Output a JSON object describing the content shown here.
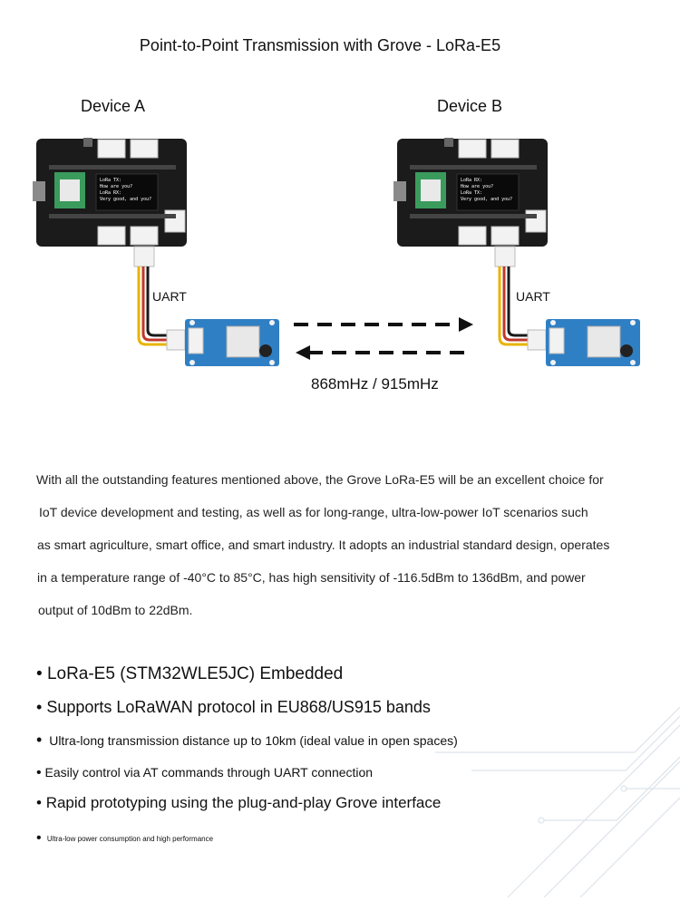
{
  "title": "Point-to-Point Transmission with Grove - LoRa-E5",
  "device_a": {
    "label": "Device A",
    "screen_lines": [
      "LoRa TX:",
      "How are you?",
      "LoRa RX:",
      "Very good, and you?"
    ]
  },
  "device_b": {
    "label": "Device B",
    "screen_lines": [
      "LoRa RX:",
      "How are you?",
      "LoRa TX:",
      "Very good, and you?"
    ]
  },
  "link_a_label": "UART",
  "link_b_label": "UART",
  "frequency": "868mHz / 915mHz",
  "paragraph_lines": [
    "With all the outstanding features mentioned above, the Grove LoRa-E5 will be an excellent choice for",
    "IoT device development and testing, as well as for long-range, ultra-low-power IoT scenarios such",
    "as smart agriculture, smart office, and smart industry. It adopts an industrial standard design, operates",
    "in a temperature range of -40°C to 85°C, has high sensitivity of -116.5dBm to 136dBm, and power",
    "output of 10dBm to 22dBm."
  ],
  "bullets": [
    "LoRa-E5 (STM32WLE5JC) Embedded",
    "Supports LoRaWAN protocol in EU868/US915 bands",
    "Ultra-long transmission distance up to 10km (ideal value in open spaces)",
    "Easily control via AT commands through UART connection",
    "Rapid prototyping using the plug-and-play Grove interface",
    "Ultra-low power consumption and high performance"
  ],
  "colors": {
    "board": "#1b1b1b",
    "module": "#2f7fc4",
    "wire_red": "#c0392b",
    "wire_yellow": "#e8b400",
    "wire_black": "#1a1a1a",
    "circuit_lines": "#dde3ea"
  }
}
